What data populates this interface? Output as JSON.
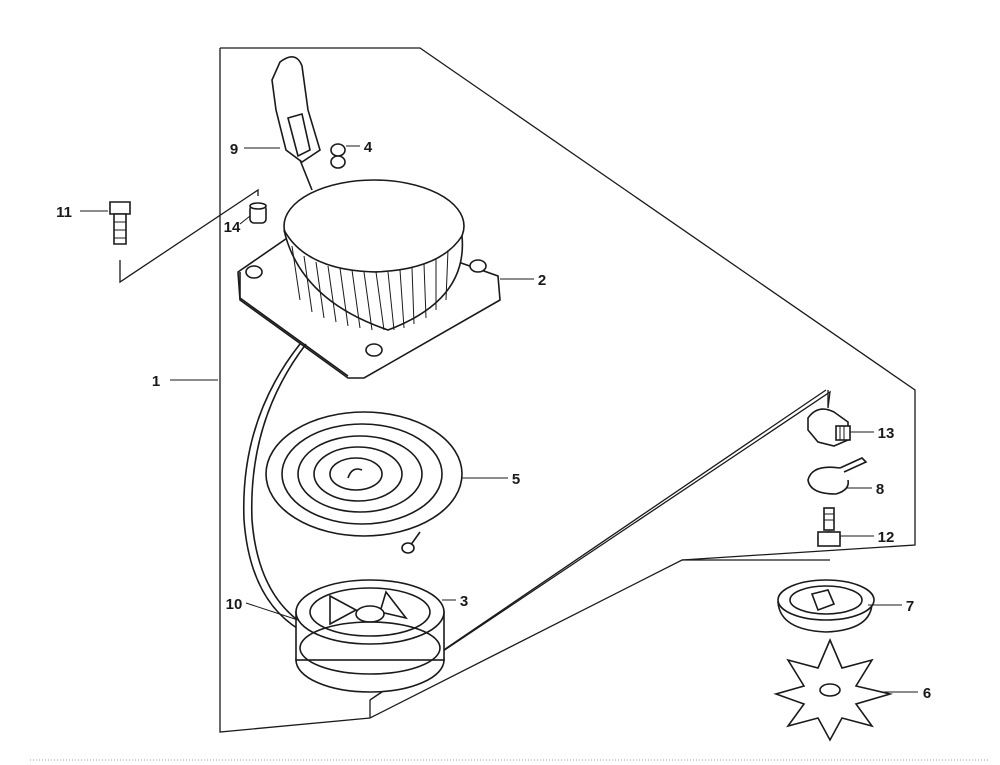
{
  "callouts": [
    {
      "id": "part-1",
      "label": "1"
    },
    {
      "id": "part-2",
      "label": "2"
    },
    {
      "id": "part-3",
      "label": "3"
    },
    {
      "id": "part-4",
      "label": "4"
    },
    {
      "id": "part-5",
      "label": "5"
    },
    {
      "id": "part-6",
      "label": "6"
    },
    {
      "id": "part-7",
      "label": "7"
    },
    {
      "id": "part-8",
      "label": "8"
    },
    {
      "id": "part-9",
      "label": "9"
    },
    {
      "id": "part-10",
      "label": "10"
    },
    {
      "id": "part-11",
      "label": "11"
    },
    {
      "id": "part-12",
      "label": "12"
    },
    {
      "id": "part-13",
      "label": "13"
    },
    {
      "id": "part-14",
      "label": "14"
    }
  ],
  "colors": {
    "line": "#1a1a1a",
    "background": "#ffffff"
  }
}
